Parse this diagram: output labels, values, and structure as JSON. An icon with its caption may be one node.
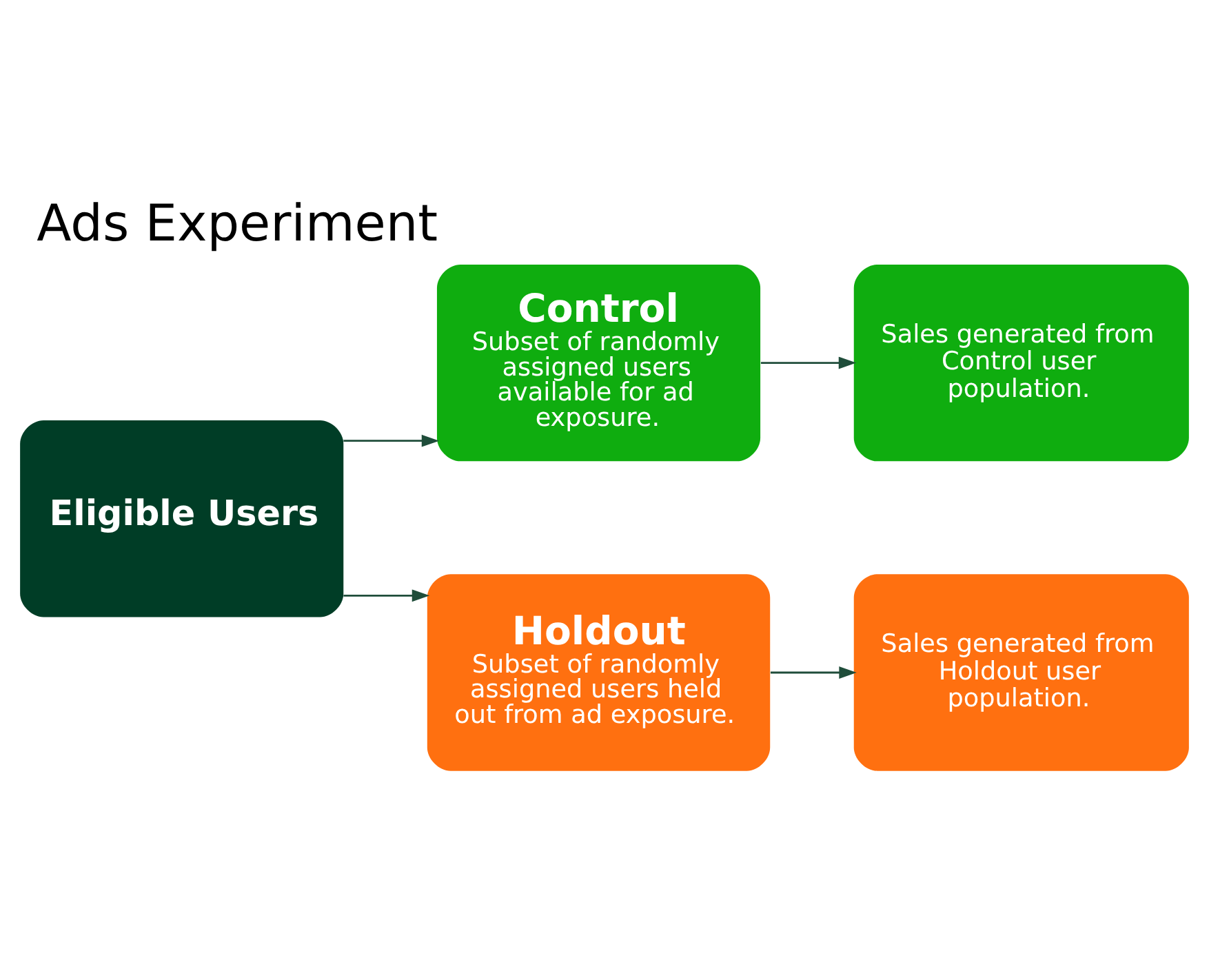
{
  "diagram": {
    "title": "Ads Experiment",
    "nodes": [
      {
        "text": [
          "Eligible Users"
        ]
      },
      {
        "text": [
          "Control",
          "Subset of randomly assigned users available for ad exposure."
        ]
      },
      {
        "text": [
          "Sales generated from Control user population."
        ]
      },
      {
        "text": [
          "Holdout",
          "Subset of randomly assigned users held out from ad exposure."
        ]
      },
      {
        "text": [
          "Sales generated from Holdout user population."
        ]
      }
    ],
    "edges": [
      {
        "from": 0,
        "to": 1,
        "arrow": "to"
      },
      {
        "from": 1,
        "to": 2,
        "arrow": "to"
      },
      {
        "from": 0,
        "to": 3,
        "arrow": "to"
      },
      {
        "from": 3,
        "to": 4,
        "arrow": "to"
      }
    ]
  }
}
